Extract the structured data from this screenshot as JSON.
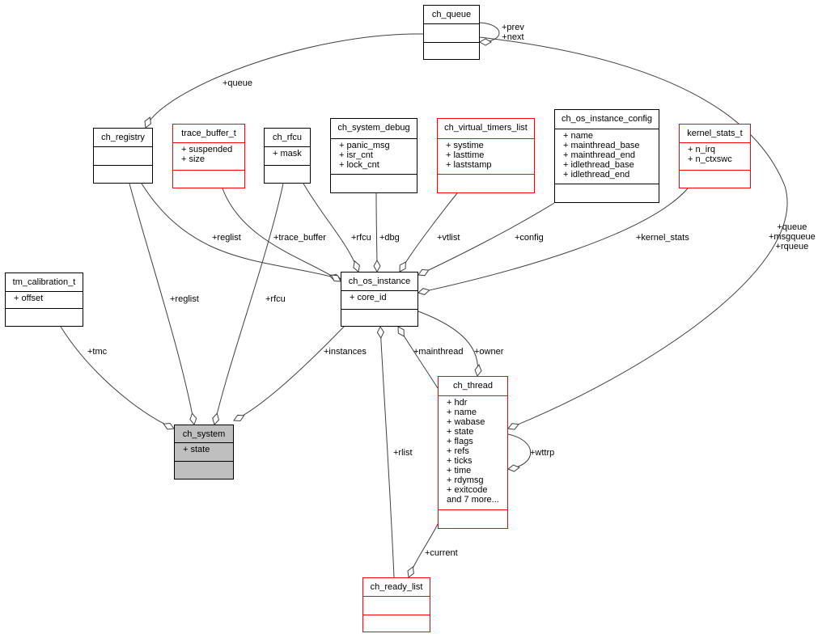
{
  "classes": [
    {
      "id": "ch_queue",
      "name": "ch_queue",
      "attributes": [],
      "border": "#000000"
    },
    {
      "id": "ch_registry",
      "name": "ch_registry",
      "attributes": [],
      "border": "#000000"
    },
    {
      "id": "trace_buffer_t",
      "name": "trace_buffer_t",
      "attributes": [
        "+ suspended",
        "+ size"
      ],
      "border": "#ff0000"
    },
    {
      "id": "ch_rfcu",
      "name": "ch_rfcu",
      "attributes": [
        "+ mask"
      ],
      "border": "#000000"
    },
    {
      "id": "ch_system_debug",
      "name": "ch_system_debug",
      "attributes": [
        "+ panic_msg",
        "+ isr_cnt",
        "+ lock_cnt"
      ],
      "border": "#000000"
    },
    {
      "id": "ch_virtual_timers_list",
      "name": "ch_virtual_timers_list",
      "attributes": [
        "+ systime",
        "+ lasttime",
        "+ laststamp"
      ],
      "border": "#ff0000"
    },
    {
      "id": "ch_os_instance_config",
      "name": "ch_os_instance_config",
      "attributes": [
        "+ name",
        "+ mainthread_base",
        "+ mainthread_end",
        "+ idlethread_base",
        "+ idlethread_end"
      ],
      "border": "#000000"
    },
    {
      "id": "kernel_stats_t",
      "name": "kernel_stats_t",
      "attributes": [
        "+ n_irq",
        "+ n_ctxswc"
      ],
      "border": "#ff0000"
    },
    {
      "id": "tm_calibration_t",
      "name": "tm_calibration_t",
      "attributes": [
        "+ offset"
      ],
      "border": "#000000"
    },
    {
      "id": "ch_os_instance",
      "name": "ch_os_instance",
      "attributes": [
        "+ core_id"
      ],
      "border": "#000000"
    },
    {
      "id": "ch_system",
      "name": "ch_system",
      "attributes": [
        "+ state"
      ],
      "border": "#000000",
      "focus": true
    },
    {
      "id": "ch_thread",
      "name": "ch_thread",
      "attributes": [
        "+ hdr",
        "+ name",
        "+ wabase",
        "+ state",
        "+ flags",
        "+ refs",
        "+ ticks",
        "+ time",
        "+ rdymsg",
        "+ exitcode",
        "and 7 more..."
      ],
      "border": "#ff0000"
    },
    {
      "id": "ch_ready_list",
      "name": "ch_ready_list",
      "attributes": [],
      "border": "#ff0000"
    }
  ],
  "edges": [
    {
      "id": "queue",
      "label": "+queue"
    },
    {
      "id": "prevnext",
      "label": "+prev\n+next"
    },
    {
      "id": "thread_queue",
      "label": "+queue\n+msgqueue\n+rqueue"
    },
    {
      "id": "inst_reglist",
      "label": "+reglist"
    },
    {
      "id": "trace_buffer",
      "label": "+trace_buffer"
    },
    {
      "id": "inst_rfcu",
      "label": "+rfcu"
    },
    {
      "id": "dbg",
      "label": "+dbg"
    },
    {
      "id": "vtlist",
      "label": "+vtlist"
    },
    {
      "id": "config",
      "label": "+config"
    },
    {
      "id": "kernel_stats",
      "label": "+kernel_stats"
    },
    {
      "id": "tmc",
      "label": "+tmc"
    },
    {
      "id": "sys_reglist",
      "label": "+reglist"
    },
    {
      "id": "sys_rfcu",
      "label": "+rfcu"
    },
    {
      "id": "instances",
      "label": "+instances"
    },
    {
      "id": "mainthread",
      "label": "+mainthread"
    },
    {
      "id": "owner",
      "label": "+owner"
    },
    {
      "id": "rlist",
      "label": "+rlist"
    },
    {
      "id": "current",
      "label": "+current"
    },
    {
      "id": "wttrp",
      "label": "+wttrp"
    }
  ]
}
